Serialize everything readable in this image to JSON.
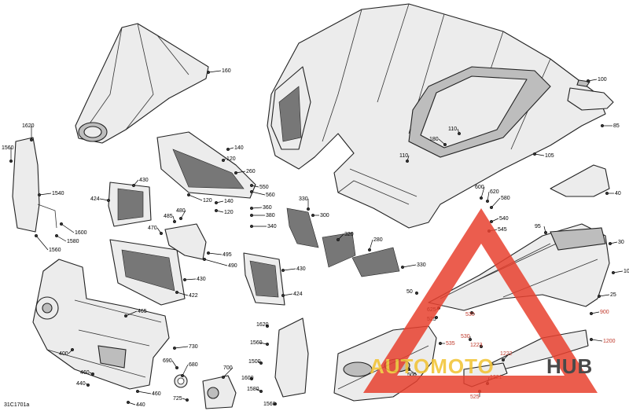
{
  "diagram": {
    "part_numbers": [
      "160",
      "1620",
      "1560",
      "1540",
      "1600",
      "1580",
      "1560",
      "424",
      "430",
      "140",
      "120",
      "260",
      "120",
      "550",
      "560",
      "360",
      "380",
      "340",
      "120",
      "140",
      "480",
      "485",
      "470",
      "495",
      "490",
      "430",
      "422",
      "330",
      "300",
      "320",
      "280",
      "330",
      "430",
      "424",
      "100",
      "85",
      "110",
      "180",
      "110",
      "105",
      "600",
      "620",
      "580",
      "540",
      "545",
      "95",
      "30",
      "10",
      "50",
      "25",
      "625",
      "525",
      "530",
      "900",
      "530",
      "535",
      "1223",
      "1200",
      "1222",
      "1221",
      "525",
      "500",
      "400",
      "465",
      "730",
      "460",
      "690",
      "680",
      "700",
      "725",
      "460",
      "440",
      "1620",
      "1560",
      "1500",
      "1600",
      "1580",
      "1560",
      "440",
      "40"
    ],
    "figure_code": "31C1701a"
  },
  "watermark": {
    "text_a": "AUTOMOTO",
    "text_b": "HUB",
    "color_a": "#f2c230",
    "color_b": "#2a2a2a",
    "triangle_color": "#e8412f"
  }
}
